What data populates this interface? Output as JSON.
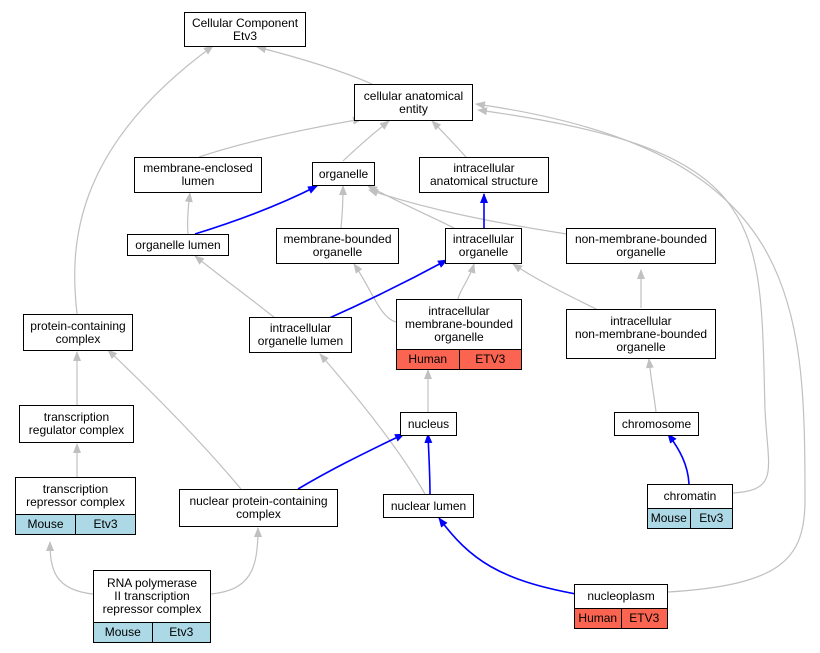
{
  "colors": {
    "gray_edge": "#c0c0c0",
    "blue_edge": "#0000ff",
    "mouse": "#add8e6",
    "human": "#fa6450"
  },
  "nodes": {
    "cc_etv3": "Cellular Component\nEtv3",
    "cellular_anatomical_entity": "cellular anatomical\nentity",
    "membrane_enclosed_lumen": "membrane-enclosed\nlumen",
    "organelle": "organelle",
    "intracellular_anatomical_structure": "intracellular\nanatomical structure",
    "organelle_lumen": "organelle lumen",
    "membrane_bounded_organelle": "membrane-bounded\norganelle",
    "intracellular_organelle": "intracellular\norganelle",
    "non_membrane_bounded_organelle": "non-membrane-bounded\norganelle",
    "protein_containing_complex": "protein-containing\ncomplex",
    "intracellular_organelle_lumen": "intracellular\norganelle lumen",
    "intracellular_membrane_bounded_organelle": "intracellular\nmembrane-bounded\norganelle",
    "intracellular_non_membrane_bounded_organelle": "intracellular\nnon-membrane-bounded\norganelle",
    "transcription_regulator_complex": "transcription\nregulator complex",
    "nucleus": "nucleus",
    "chromosome": "chromosome",
    "transcription_repressor_complex": "transcription\nrepressor complex",
    "nuclear_protein_containing_complex": "nuclear protein-containing\ncomplex",
    "nuclear_lumen": "nuclear lumen",
    "chromatin": "chromatin",
    "rna_pol_ii_repressor_complex": "RNA polymerase\nII transcription\nrepressor complex",
    "nucleoplasm": "nucleoplasm"
  },
  "tags": {
    "intracellular_membrane_bounded_organelle": [
      "Human",
      "ETV3"
    ],
    "transcription_repressor_complex": [
      "Mouse",
      "Etv3"
    ],
    "chromatin": [
      "Mouse",
      "Etv3"
    ],
    "rna_pol_ii_repressor_complex": [
      "Mouse",
      "Etv3"
    ],
    "nucleoplasm": [
      "Human",
      "ETV3"
    ]
  }
}
